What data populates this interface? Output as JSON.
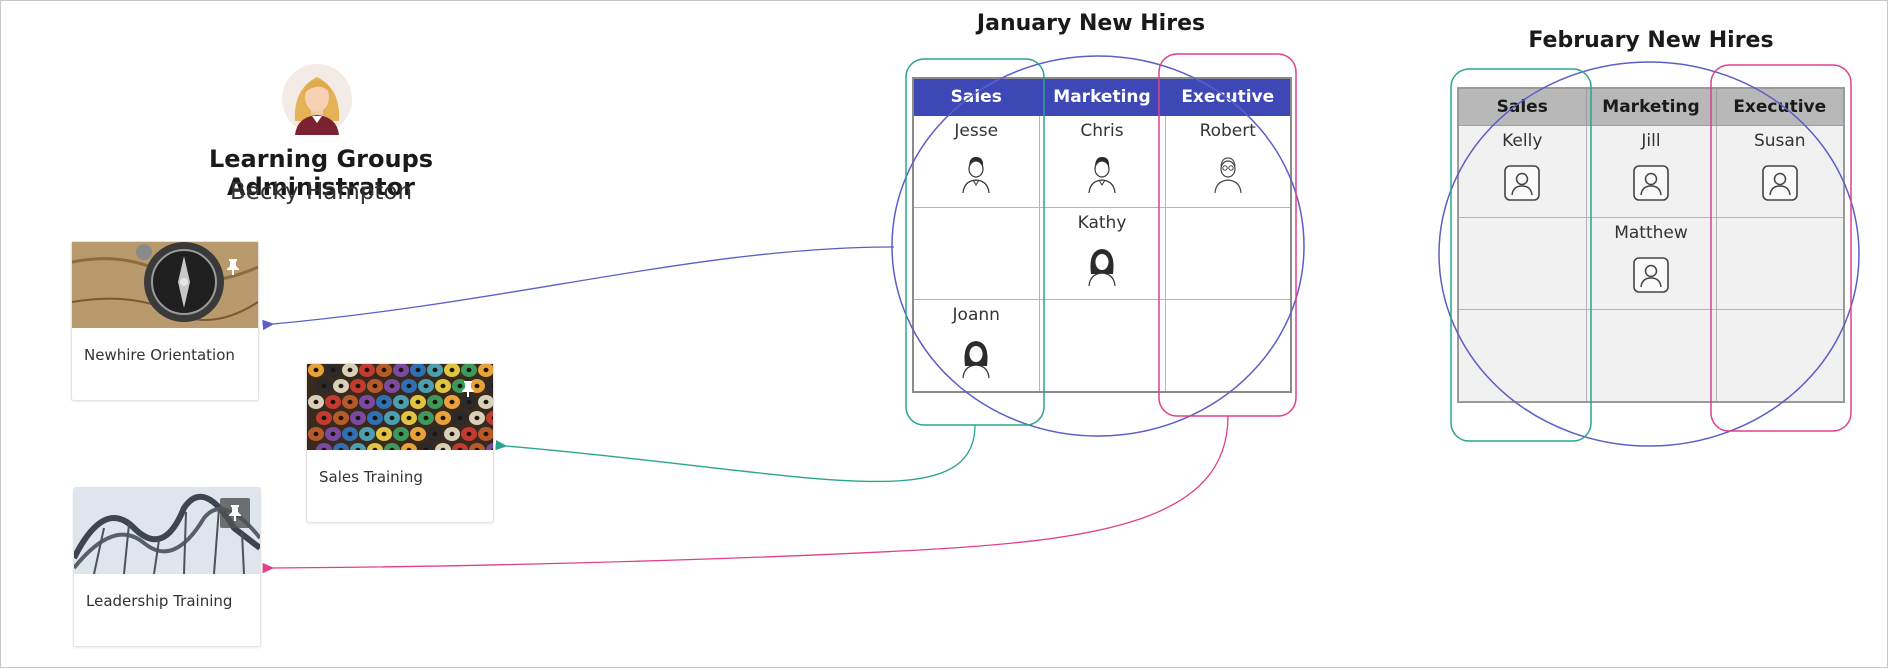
{
  "admin": {
    "title": "Learning Groups Administrator",
    "name": "Becky Hampton"
  },
  "courses": [
    {
      "label": "Newhire Orientation"
    },
    {
      "label": "Sales Training"
    },
    {
      "label": "Leadership Training"
    }
  ],
  "january": {
    "title": "January New Hires",
    "headers": [
      "Sales",
      "Marketing",
      "Executive"
    ],
    "rows": [
      [
        {
          "name": "Jesse",
          "icon": "man-avatar-icon"
        },
        {
          "name": "Chris",
          "icon": "man-avatar-icon"
        },
        {
          "name": "Robert",
          "icon": "man-glasses-avatar-icon"
        }
      ],
      [
        null,
        {
          "name": "Kathy",
          "icon": "woman-avatar-icon"
        },
        null
      ],
      [
        {
          "name": "Joann",
          "icon": "woman-avatar-icon"
        },
        null,
        null
      ]
    ]
  },
  "february": {
    "title": "February New Hires",
    "headers": [
      "Sales",
      "Marketing",
      "Executive"
    ],
    "rows": [
      [
        {
          "name": "Kelly",
          "icon": "user-placeholder-icon"
        },
        {
          "name": "Jill",
          "icon": "user-placeholder-icon"
        },
        {
          "name": "Susan",
          "icon": "user-placeholder-icon"
        }
      ],
      [
        null,
        {
          "name": "Matthew",
          "icon": "user-placeholder-icon"
        },
        null
      ],
      [
        null,
        null,
        null
      ]
    ]
  },
  "colors": {
    "all_group": "#5b5fc7",
    "sales_group": "#2aa58c",
    "executive_group": "#e0408a",
    "jan_header": "#3e47b6",
    "feb_header": "#b8b8b8"
  }
}
